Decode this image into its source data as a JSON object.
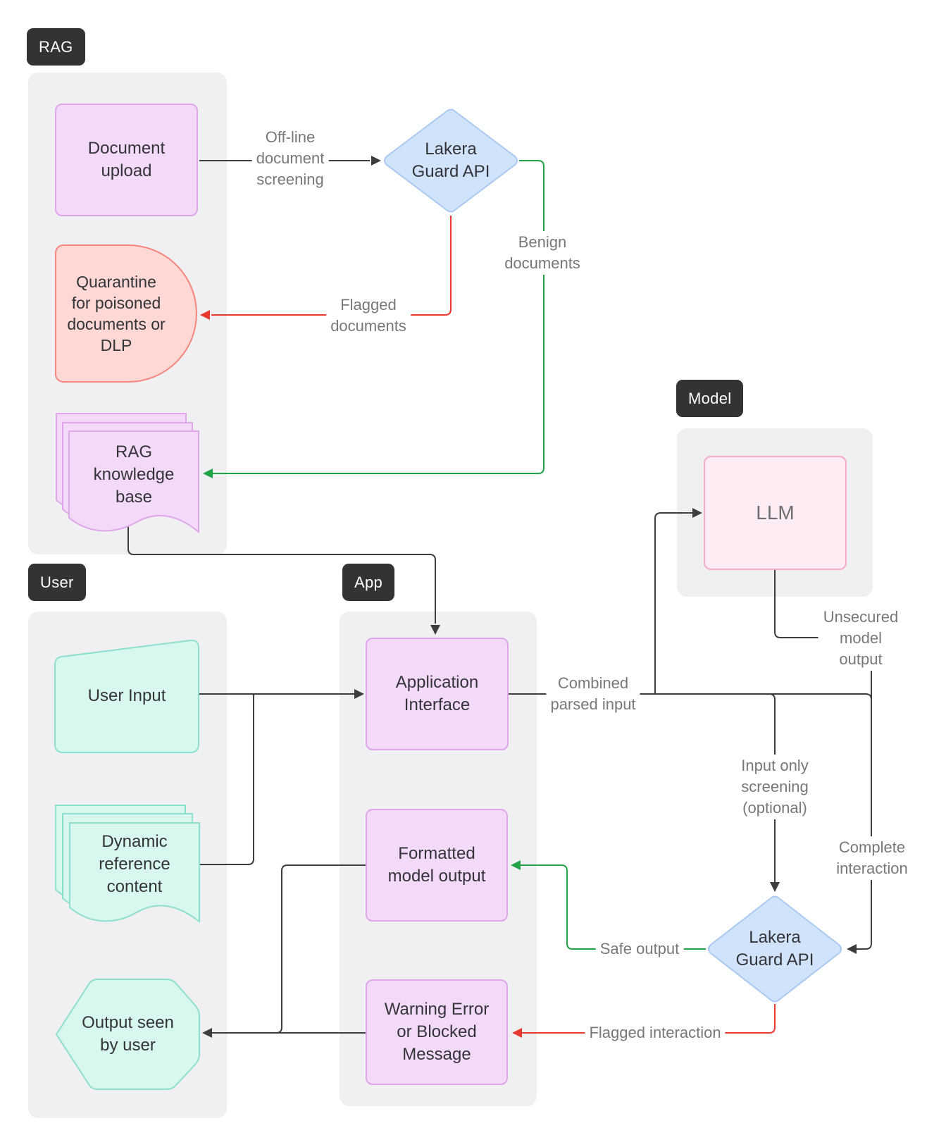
{
  "groups": {
    "rag": {
      "label": "RAG"
    },
    "user": {
      "label": "User"
    },
    "app": {
      "label": "App"
    },
    "model": {
      "label": "Model"
    }
  },
  "nodes": {
    "document_upload": {
      "label": "Document\nupload",
      "shape": "rounded-rectangle"
    },
    "quarantine": {
      "label": "Quarantine\nfor poisoned\ndocuments or\nDLP",
      "shape": "delay"
    },
    "rag_knowledge_base": {
      "label": "RAG\nknowledge\nbase",
      "shape": "multi-document"
    },
    "lakera_guard_api_top": {
      "label": "Lakera\nGuard API",
      "shape": "diamond"
    },
    "llm": {
      "label": "LLM",
      "shape": "rounded-rectangle"
    },
    "user_input": {
      "label": "User Input",
      "shape": "manual-input"
    },
    "dynamic_reference_content": {
      "label": "Dynamic\nreference\ncontent",
      "shape": "multi-document"
    },
    "output_seen_by_user": {
      "label": "Output seen\nby user",
      "shape": "display"
    },
    "application_interface": {
      "label": "Application\nInterface",
      "shape": "rounded-rectangle"
    },
    "formatted_model_output": {
      "label": "Formatted\nmodel output",
      "shape": "rounded-rectangle"
    },
    "warning_error": {
      "label": "Warning Error\nor Blocked\nMessage",
      "shape": "rounded-rectangle"
    },
    "lakera_guard_api_bottom": {
      "label": "Lakera\nGuard API",
      "shape": "diamond"
    }
  },
  "edge_labels": {
    "offline_screening": "Off-line\ndocument\nscreening",
    "benign_documents": "Benign\ndocuments",
    "flagged_documents": "Flagged\ndocuments",
    "combined_parsed_input": "Combined\nparsed input",
    "unsecured_model_output": "Unsecured\nmodel output",
    "input_only_screening": "Input only\nscreening\n(optional)",
    "complete_interaction": "Complete\ninteraction",
    "safe_output": "Safe output",
    "flagged_interaction": "Flagged interaction"
  },
  "palette": {
    "purple_fill": "#f4daf9",
    "purple_border": "#dfa6ea",
    "teal_fill": "#d8f7ef",
    "teal_border": "#8ce0cc",
    "pink_fill": "#fdecf3",
    "pink_border": "#f6abca",
    "red_fill": "#fdd8d5",
    "red_border": "#f5857d",
    "blue_fill": "#d0e3fb",
    "blue_border": "#a9c9f2",
    "container_bg": "#f0f0f2",
    "chip_bg": "#333333",
    "edge_black": "#3d3d3d",
    "edge_green": "#23a247",
    "edge_red": "#e8392f",
    "edge_label_text": "#787878"
  }
}
